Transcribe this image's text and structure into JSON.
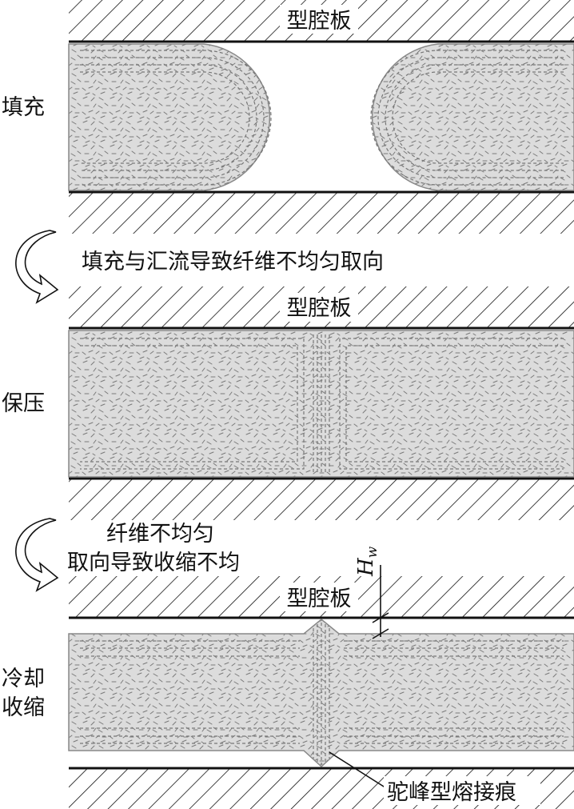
{
  "figure": {
    "mold_plate_label": "型腔板",
    "stages": [
      {
        "id": "fill",
        "label": "填充"
      },
      {
        "id": "pack",
        "label": "保压"
      },
      {
        "id": "cool",
        "label_line1": "冷却",
        "label_line2": "收缩"
      }
    ],
    "transitions": [
      {
        "text": "填充与汇流导致纤维不均匀取向"
      },
      {
        "text_line1": "纤维不均匀",
        "text_line2": "取向导致收缩不均"
      }
    ],
    "dimension": {
      "symbol": "H",
      "subscript": "w"
    },
    "weld_line_label": "驼峰型熔接痕"
  }
}
